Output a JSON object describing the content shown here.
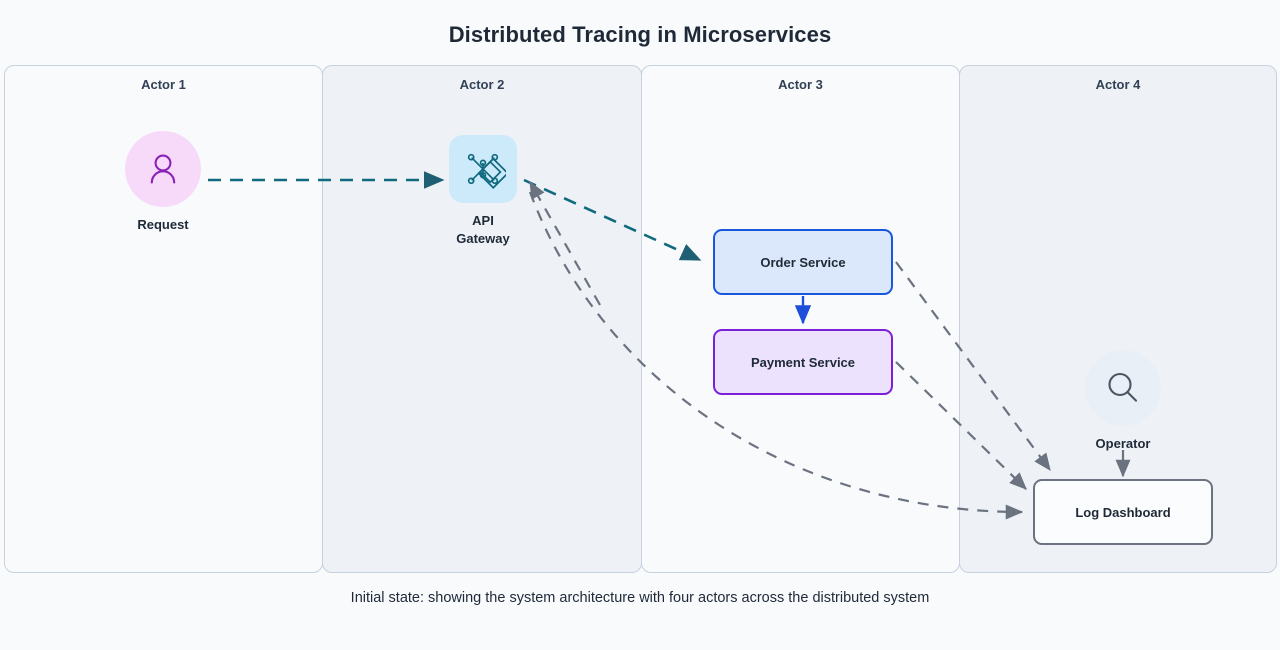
{
  "title": "Distributed Tracing in Microservices",
  "caption": "Initial state: showing the system architecture with four actors across the distributed system",
  "colors": {
    "page_background": "#f8fafc",
    "lane_odd": "#f8fafc",
    "lane_even": "#eef2f7",
    "lane_border": "#c7d2de",
    "title_text": "#1f2937",
    "teal_edge": "#11697f",
    "gray_edge": "#6b7280",
    "blue_edge": "#1d4ed8",
    "request_circle": "#f7dafa",
    "request_glyph": "#8b22b8",
    "gateway_tile": "#cceaf9",
    "gateway_glyph": "#11697f",
    "order_fill": "#dbe7fb",
    "order_border": "#1a56db",
    "payment_fill": "#ece2fd",
    "payment_border": "#7c20d8",
    "dashboard_fill": "#fbfcfd",
    "dashboard_border": "#6b7280",
    "operator_circle": "#e9eff6",
    "operator_glyph": "#4b5563"
  },
  "lanes": [
    {
      "id": "lane-1",
      "label": "Actor 1",
      "shade": "odd"
    },
    {
      "id": "lane-2",
      "label": "Actor 2",
      "shade": "even"
    },
    {
      "id": "lane-3",
      "label": "Actor 3",
      "shade": "odd"
    },
    {
      "id": "lane-4",
      "label": "Actor 4",
      "shade": "even"
    }
  ],
  "nodes": {
    "request": {
      "label": "Request",
      "icon": "person-icon",
      "lane": "Actor 1"
    },
    "gateway": {
      "label": "API\nGateway",
      "line1": "API",
      "line2": "Gateway",
      "icon": "network-mesh-icon",
      "lane": "Actor 2"
    },
    "order": {
      "label": "Order Service",
      "lane": "Actor 3"
    },
    "payment": {
      "label": "Payment Service",
      "lane": "Actor 3"
    },
    "operator": {
      "label": "Operator",
      "icon": "magnifier-icon",
      "lane": "Actor 4"
    },
    "dashboard": {
      "label": "Log Dashboard",
      "lane": "Actor 4"
    }
  },
  "edges": [
    {
      "id": "request-to-gateway",
      "from": "Request",
      "to": "API Gateway",
      "style": "dashed",
      "color": "#11697f"
    },
    {
      "id": "gateway-to-order",
      "from": "API Gateway",
      "to": "Order Service",
      "style": "dashed",
      "color": "#11697f"
    },
    {
      "id": "order-to-gateway",
      "from": "Order Service",
      "to": "API Gateway",
      "style": "dashed",
      "color": "#6b7280"
    },
    {
      "id": "order-to-payment",
      "from": "Order Service",
      "to": "Payment Service",
      "style": "solid",
      "color": "#1d4ed8"
    },
    {
      "id": "order-to-dashboard",
      "from": "Order Service",
      "to": "Log Dashboard",
      "style": "dashed",
      "color": "#6b7280"
    },
    {
      "id": "payment-to-dashboard",
      "from": "Payment Service",
      "to": "Log Dashboard",
      "style": "dashed",
      "color": "#6b7280"
    },
    {
      "id": "gateway-to-dashboard",
      "from": "API Gateway",
      "to": "Log Dashboard",
      "style": "dashed",
      "color": "#6b7280"
    },
    {
      "id": "operator-to-dashboard",
      "from": "Operator",
      "to": "Log Dashboard",
      "style": "solid",
      "color": "#6b7280"
    }
  ]
}
